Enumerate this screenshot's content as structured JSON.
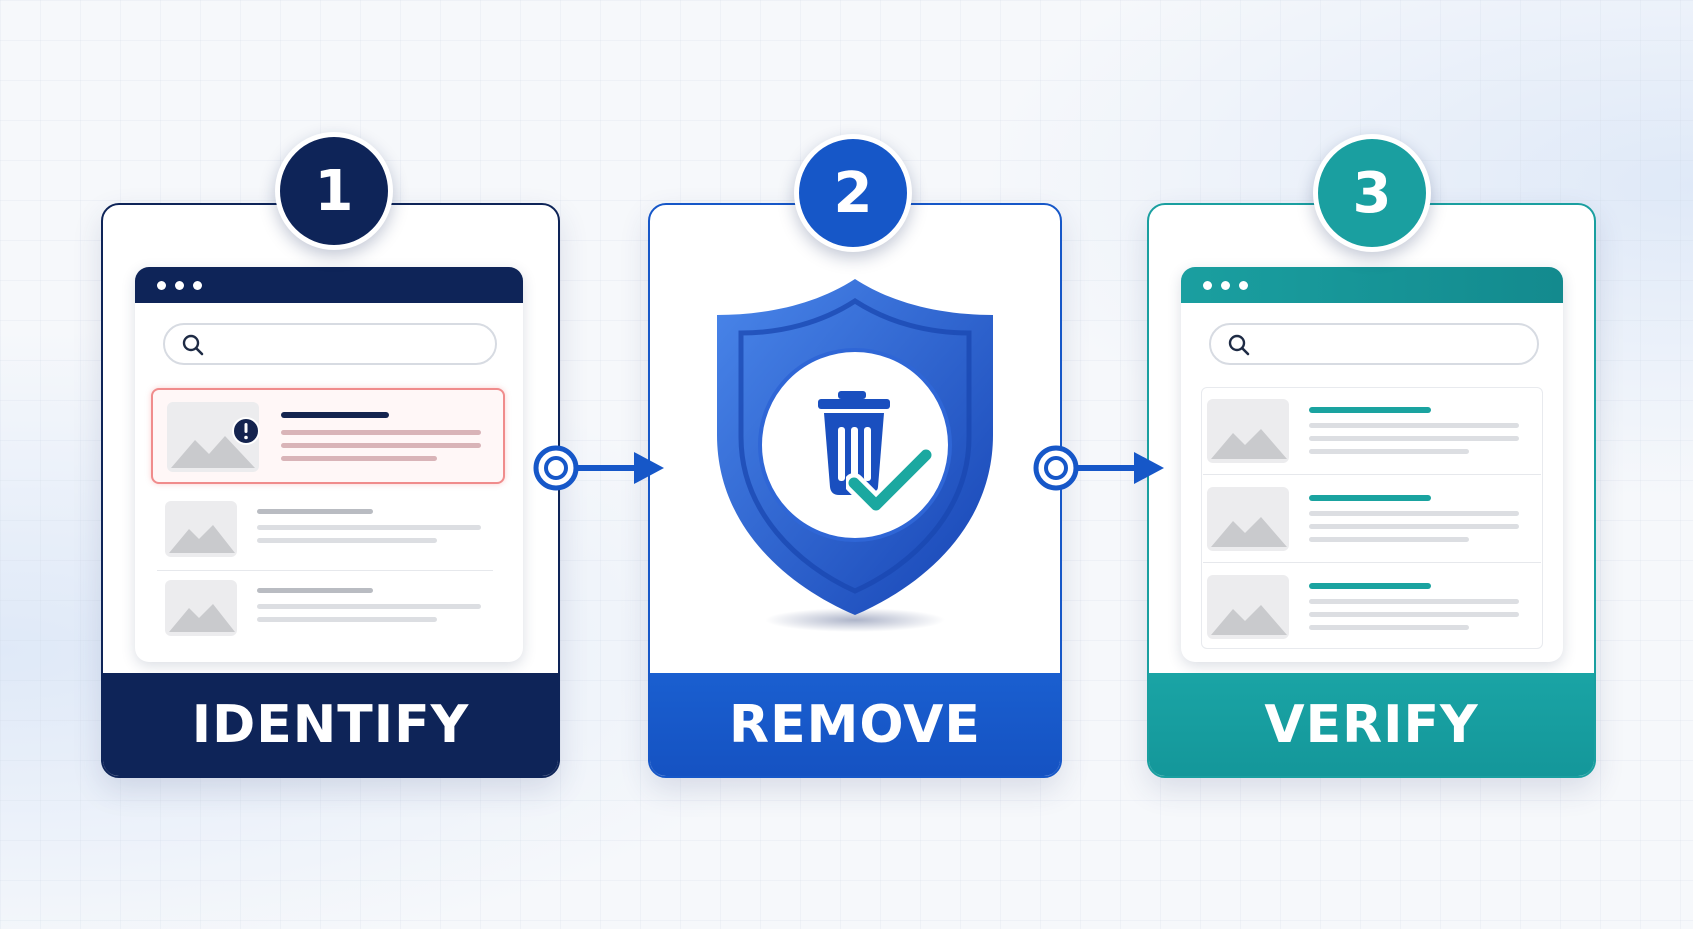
{
  "steps": [
    {
      "number": "1",
      "label": "IDENTIFY",
      "color": "#0e2458"
    },
    {
      "number": "2",
      "label": "REMOVE",
      "color": "#1657c8"
    },
    {
      "number": "3",
      "label": "VERIFY",
      "color": "#1a9fa0"
    }
  ],
  "icons": {
    "search": "search-icon",
    "alert": "exclamation-icon",
    "shield": "shield-icon",
    "trash": "trash-icon",
    "check": "checkmark-icon",
    "image": "image-placeholder-icon",
    "arrow": "arrow-right-icon"
  }
}
